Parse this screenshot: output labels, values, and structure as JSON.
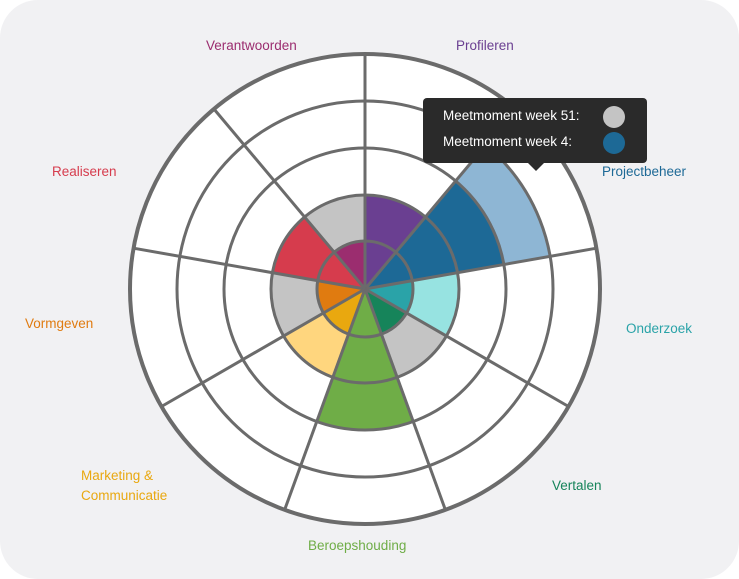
{
  "chart_data": {
    "type": "polar-area",
    "rings": 4,
    "levels": {
      "Meetmoment week 51": 1,
      "Meetmoment week 4": 1
    },
    "categories": [
      {
        "name": "Profileren",
        "color": "#6a3f91",
        "week51": 2,
        "week4": 2
      },
      {
        "name": "Projectbeheer",
        "color": "#1d6996",
        "week51": 4,
        "week4": 3
      },
      {
        "name": "Onderzoek",
        "color": "#2aa3a8",
        "week51": 2,
        "week4": 1
      },
      {
        "name": "Vertalen",
        "color": "#16845a",
        "week51": 2,
        "week4": 1
      },
      {
        "name": "Beroepshouding",
        "color": "#6fad47",
        "week51": 3,
        "week4": 3
      },
      {
        "name": "Marketing &\nCommunicatie",
        "color": "#e9a80f",
        "week51": 2,
        "week4": 1
      },
      {
        "name": "Vormgeven",
        "color": "#e07b10",
        "week51": 2,
        "week4": 1
      },
      {
        "name": "Realiseren",
        "color": "#d63c4d",
        "week51": 2,
        "week4": 2
      },
      {
        "name": "Verantwoorden",
        "color": "#9b2d6f",
        "week51": 2,
        "week4": 1
      }
    ],
    "legend": {
      "entries": [
        {
          "label": "Meetmoment week 51:",
          "color": "#c4c4c4"
        },
        {
          "label": "Meetmoment week 4:",
          "color": "#1d6996"
        }
      ]
    }
  },
  "labels": {
    "profileren": "Profileren",
    "projectbeheer": "Projectbeheer",
    "onderzoek": "Onderzoek",
    "vertalen": "Vertalen",
    "beroepshouding": "Beroepshouding",
    "marketing": "Marketing &\nCommunicatie",
    "vormgeven": "Vormgeven",
    "realiseren": "Realiseren",
    "verantwoorden": "Verantwoorden"
  },
  "tooltip": {
    "week51_label": "Meetmoment week 51:",
    "week4_label": "Meetmoment week 4:",
    "week51_color": "#c4c4c4",
    "week4_color": "#1d6996"
  }
}
